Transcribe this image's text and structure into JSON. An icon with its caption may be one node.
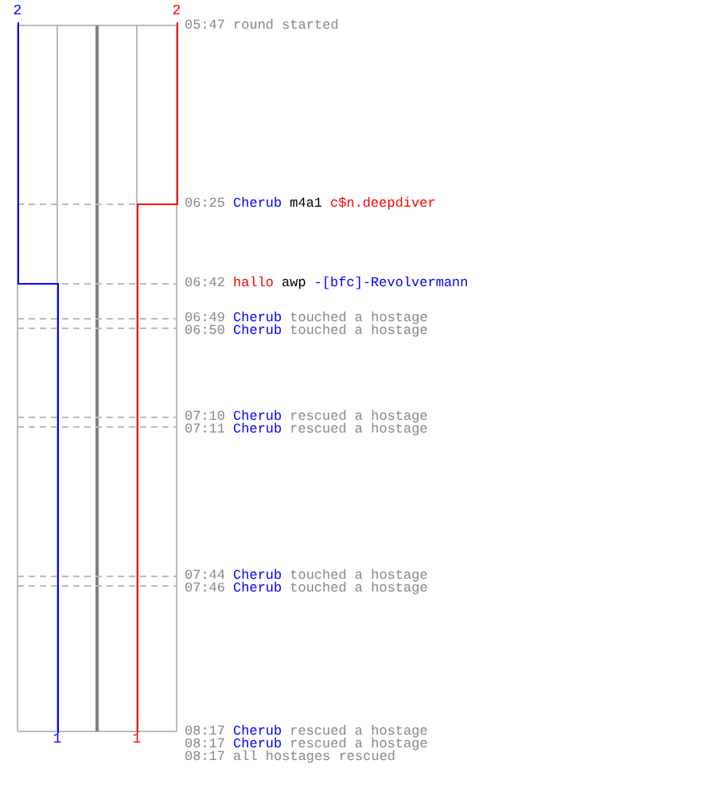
{
  "diagram": {
    "labels": [
      "2",
      "2",
      "05:47",
      "round started",
      "06:25",
      "Cherub",
      "m4a1",
      "c$n.deepdiver",
      "06:42",
      "hallo",
      "awp",
      "-[bfc]-Revolvermann",
      "06:49",
      "Cherub",
      "touched a hostage",
      "06:50",
      "Cherub",
      "touched a hostage",
      "07:10",
      "Cherub",
      "rescued a hostage",
      "07:11",
      "Cherub",
      "rescued a hostage",
      "07:44",
      "Cherub",
      "touched a hostage",
      "07:46",
      "Cherub",
      "touched a hostage",
      "1",
      "1",
      "08:17",
      "Cherub",
      "rescued a hostage",
      "08:17",
      "Cherub",
      "rescued a hostage",
      "08:17",
      "all hostages rescued"
    ]
  }
}
